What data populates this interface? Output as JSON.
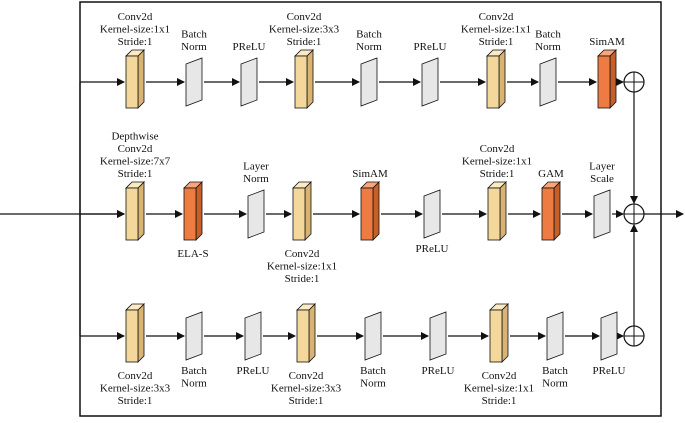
{
  "colors": {
    "conv_front": "#F3D79B",
    "conv_side": "#D9B373",
    "conv_top": "#FBEAC2",
    "attn_front": "#EE7C42",
    "attn_side": "#C75F28",
    "attn_top": "#F6A67A",
    "norm_fill": "#E7E7E7",
    "stroke": "#111111"
  },
  "rows": [
    {
      "name": "row-top",
      "blocks": [
        {
          "type": "conv",
          "label_lines": [
            "Conv2d",
            "Kernel-size:1x1",
            "Stride:1"
          ]
        },
        {
          "type": "norm",
          "label_lines": [
            "Batch",
            "Norm"
          ]
        },
        {
          "type": "norm",
          "label_lines": [
            "PReLU"
          ]
        },
        {
          "type": "conv",
          "label_lines": [
            "Conv2d",
            "Kernel-size:3x3",
            "Stride:1"
          ]
        },
        {
          "type": "norm",
          "label_lines": [
            "Batch",
            "Norm"
          ]
        },
        {
          "type": "norm",
          "label_lines": [
            "PReLU"
          ]
        },
        {
          "type": "conv",
          "label_lines": [
            "Conv2d",
            "Kernel-size:1x1",
            "Stride:1"
          ]
        },
        {
          "type": "norm",
          "label_lines": [
            "Batch",
            "Norm"
          ]
        },
        {
          "type": "attn",
          "label_lines": [
            "SimAM"
          ]
        }
      ]
    },
    {
      "name": "row-middle",
      "blocks": [
        {
          "type": "conv",
          "label_lines": [
            "Depthwise",
            "Conv2d",
            "Kernel-size:7x7",
            "Stride:1"
          ]
        },
        {
          "type": "attn",
          "label_lines": [
            "ELA-S"
          ]
        },
        {
          "type": "norm",
          "label_lines": [
            "Layer",
            "Norm"
          ]
        },
        {
          "type": "conv",
          "label_lines": [
            "Conv2d",
            "Kernel-size:1x1",
            "Stride:1"
          ]
        },
        {
          "type": "attn",
          "label_lines": [
            "SimAM"
          ]
        },
        {
          "type": "norm",
          "label_lines": [
            "PReLU"
          ]
        },
        {
          "type": "conv",
          "label_lines": [
            "Conv2d",
            "Kernel-size:1x1",
            "Stride:1"
          ]
        },
        {
          "type": "attn",
          "label_lines": [
            "GAM"
          ]
        },
        {
          "type": "norm",
          "label_lines": [
            "Layer",
            "Scale"
          ]
        }
      ]
    },
    {
      "name": "row-bottom",
      "blocks": [
        {
          "type": "conv",
          "label_lines": [
            "Conv2d",
            "Kernel-size:3x3",
            "Stride:1"
          ]
        },
        {
          "type": "norm",
          "label_lines": [
            "Batch",
            "Norm"
          ]
        },
        {
          "type": "norm",
          "label_lines": [
            "PReLU"
          ]
        },
        {
          "type": "conv",
          "label_lines": [
            "Conv2d",
            "Kernel-size:3x3",
            "Stride:1"
          ]
        },
        {
          "type": "norm",
          "label_lines": [
            "Batch",
            "Norm"
          ]
        },
        {
          "type": "norm",
          "label_lines": [
            "PReLU"
          ]
        },
        {
          "type": "conv",
          "label_lines": [
            "Conv2d",
            "Kernel-size:1x1",
            "Stride:1"
          ]
        },
        {
          "type": "norm",
          "label_lines": [
            "Batch",
            "Norm"
          ]
        },
        {
          "type": "norm",
          "label_lines": [
            "PReLU"
          ]
        }
      ]
    }
  ],
  "sum_symbol": "⊕"
}
